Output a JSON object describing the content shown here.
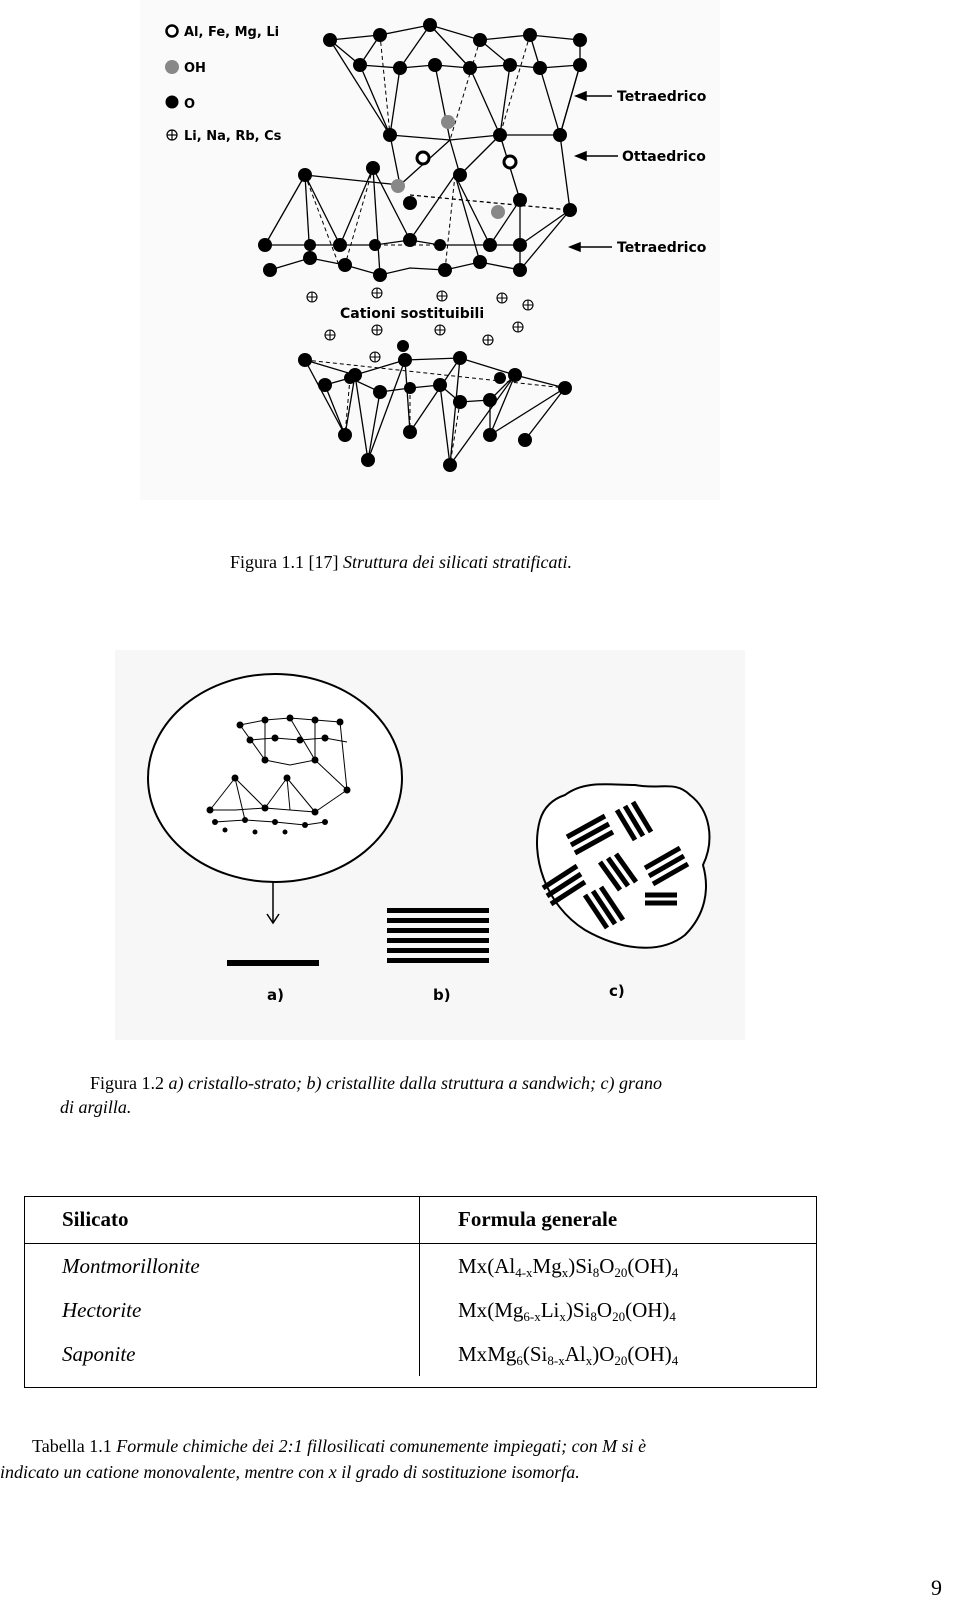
{
  "figure1": {
    "legend": [
      {
        "icon": "hollow-circle",
        "label": "Al, Fe, Mg, Li"
      },
      {
        "icon": "grey-circle",
        "label": "OH"
      },
      {
        "icon": "black-circle",
        "label": "O"
      },
      {
        "icon": "crossed-circle",
        "label": "Li, Na, Rb, Cs"
      }
    ],
    "labels": {
      "tetra_top": "Tetraedrico",
      "octa": "Ottaedrico",
      "tetra_bottom": "Tetraedrico",
      "cations": "Cationi sostituibili"
    },
    "caption_prefix": "Figura 1.1 [17] ",
    "caption_text": "Struttura dei silicati stratificati."
  },
  "figure2": {
    "labels": {
      "a": "a)",
      "b": "b)",
      "c": "c)"
    },
    "caption_prefix": "Figura 1.2 ",
    "caption_text": "a) cristallo-strato; b) cristallite dalla struttura a sandwich; c) grano",
    "caption_text_line2": "di argilla."
  },
  "table": {
    "headers": [
      "Silicato",
      "Formula generale"
    ],
    "rows": [
      {
        "name": "Montmorillonite",
        "formula": "Mx(Al4-xMgx)Si8O20(OH)4"
      },
      {
        "name": "Hectorite",
        "formula": "Mx(Mg6-xLix)Si8O20(OH)4"
      },
      {
        "name": "Saponite",
        "formula": "MxMg6(Si8-xAlx)O20(OH)4"
      }
    ],
    "caption_prefix": "Tabella 1.1 ",
    "caption_text": "Formule chimiche dei 2:1 fillosilicati comunemente impiegati; con M si è",
    "caption_text_line2": "indicato un catione monovalente, mentre con x il grado di sostituzione isomorfa."
  },
  "page_number": "9"
}
